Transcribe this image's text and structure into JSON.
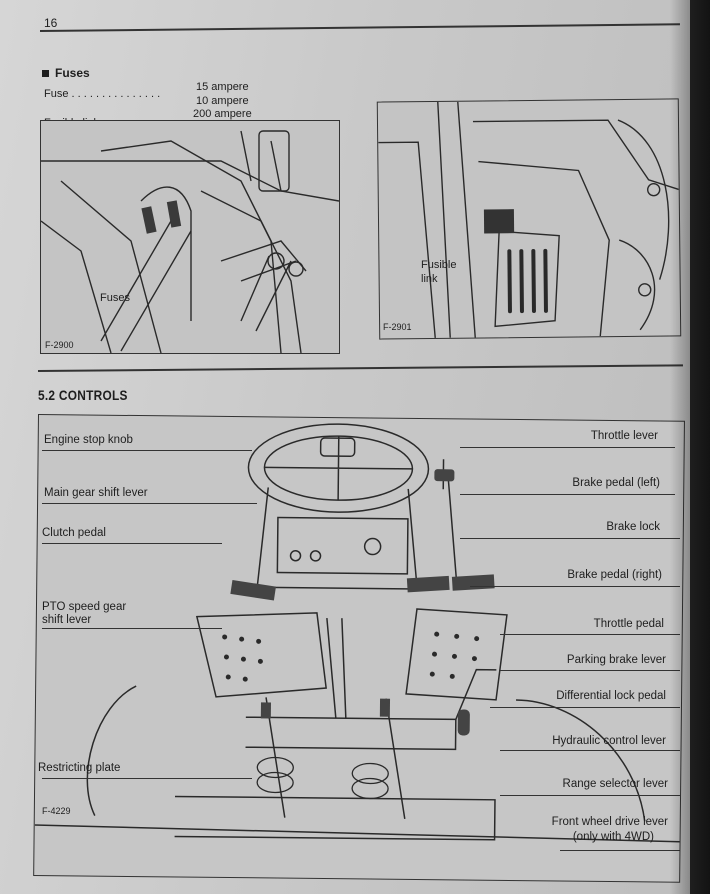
{
  "page_number": "16",
  "fuses": {
    "title": "Fuses",
    "fuse_label": "Fuse . . . . . . . . . . . . . . .",
    "fuse_value_1": "15 ampere",
    "fuse_value_2": "10 ampere",
    "fusible_label": "Fusible link . . . . . . . . . . .",
    "fusible_value": "200 ampere"
  },
  "figure_left": {
    "code": "F-2900",
    "callout": "Fuses"
  },
  "figure_right": {
    "code": "F-2901",
    "callout_line1": "Fusible",
    "callout_line2": "link"
  },
  "section": {
    "heading": "5.2 CONTROLS"
  },
  "controls_figure": {
    "code": "F-4229",
    "left_labels": [
      "Engine stop knob",
      "Main gear shift lever",
      "Clutch pedal",
      "PTO speed gear",
      "shift lever",
      "Restricting plate"
    ],
    "right_labels": [
      "Throttle lever",
      "Brake pedal (left)",
      "Brake lock",
      "Brake pedal (right)",
      "Throttle pedal",
      "Parking brake lever",
      "Differential lock pedal",
      "Hydraulic control lever",
      "Range selector lever",
      "Front wheel drive lever",
      "(only with 4WD)"
    ]
  }
}
